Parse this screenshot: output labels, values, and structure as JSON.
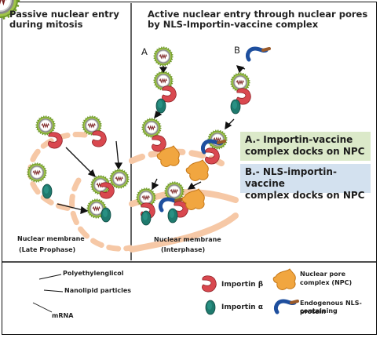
{
  "panels": {
    "left_title_1": "Passive nuclear entry",
    "left_title_2": "during mitosis",
    "right_title_1": "Active nuclear entry through nuclear pores",
    "right_title_2": "by NLS-Importin-vaccine complex",
    "path_a_label": "A",
    "path_b_label": "B",
    "left_membrane_1": "Nuclear membrane",
    "left_membrane_2": "(Late Prophase)",
    "right_membrane_1": "Nuclear membrane",
    "right_membrane_2": "(Interphase)"
  },
  "callouts": {
    "a_line1": "A.- Importin-vaccine",
    "a_line2": "complex docks on NPC",
    "a_color": "#dbe9c9",
    "b_line1": "B.- NLS-importin-vaccine",
    "b_line2": "complex docks on NPC",
    "b_color": "#d3e1ef"
  },
  "legend": {
    "peg": "Polyethylenglicol",
    "nanolipid": "Nanolipid particles",
    "mrna": "mRNA",
    "importin_beta": "Importin β",
    "importin_alpha": "Importin α",
    "npc_1": "Nuclear pore",
    "npc_2": "complex (NPC)",
    "nls_1": "Endogenous NLS-containing",
    "nls_2": "protein"
  },
  "icons": {
    "vaccine": "lipid-nanoparticle-icon",
    "beta": "importin-beta-icon",
    "alpha": "importin-alpha-icon",
    "npc": "nuclear-pore-complex-icon",
    "nls": "nls-protein-icon"
  },
  "colors": {
    "beta_red": "#d9484f",
    "alpha_teal": "#1f7a6e",
    "npc_orange": "#f1a640",
    "nls_blue": "#1e4f9e",
    "nls_brown": "#9a5a2a",
    "membrane": "#f6c8a6",
    "peg_green": "#8ab838"
  }
}
